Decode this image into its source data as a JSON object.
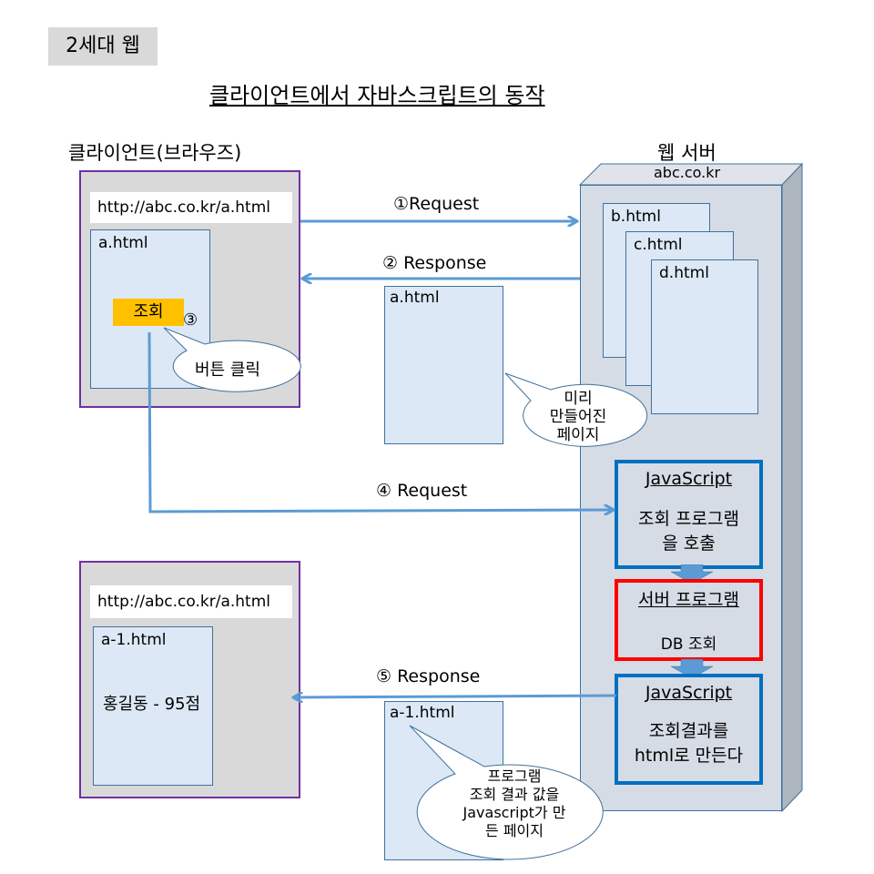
{
  "badge": "2세대 웹",
  "title": "클라이언트에서 자바스크립트의 동작",
  "client": {
    "label": "클라이언트(브라우즈)",
    "top_browser": {
      "url": "http://abc.co.kr/a.html",
      "page_name": "a.html",
      "query_button": "조회",
      "step_marker": "③",
      "callout": "버튼 클릭"
    },
    "bottom_browser": {
      "url": "http://abc.co.kr/a.html",
      "page_name": "a-1.html",
      "result": "홍길동 - 95점"
    }
  },
  "server": {
    "label": "웹 서버",
    "host": "abc.co.kr",
    "pages": [
      "b.html",
      "c.html",
      "d.html"
    ],
    "js_call": {
      "title": "JavaScript",
      "line1": "조회 프로그램",
      "line2": "을 호출"
    },
    "server_program": {
      "title": "서버 프로그램",
      "line1": "DB 조회"
    },
    "js_render": {
      "title": "JavaScript",
      "line1": "조회결과를",
      "line2": "html로 만든다"
    }
  },
  "flows": {
    "step1": "①Request",
    "step2": "② Response",
    "step4": "④ Request",
    "step5": "⑤ Response"
  },
  "transit_pages": {
    "response_page": "a.html",
    "response_callout": [
      "미리",
      "만들어진",
      "페이지"
    ],
    "result_page": "a-1.html",
    "result_callout": [
      "프로그램",
      "조회 결과 값을",
      "Javascript가 만",
      "든 페이지"
    ]
  },
  "colors": {
    "arrow": "#5b9bd5",
    "browser_border": "#7030a0",
    "js_border": "#0070c0",
    "server_program_border": "#ff0000",
    "query_button": "#ffc000"
  }
}
